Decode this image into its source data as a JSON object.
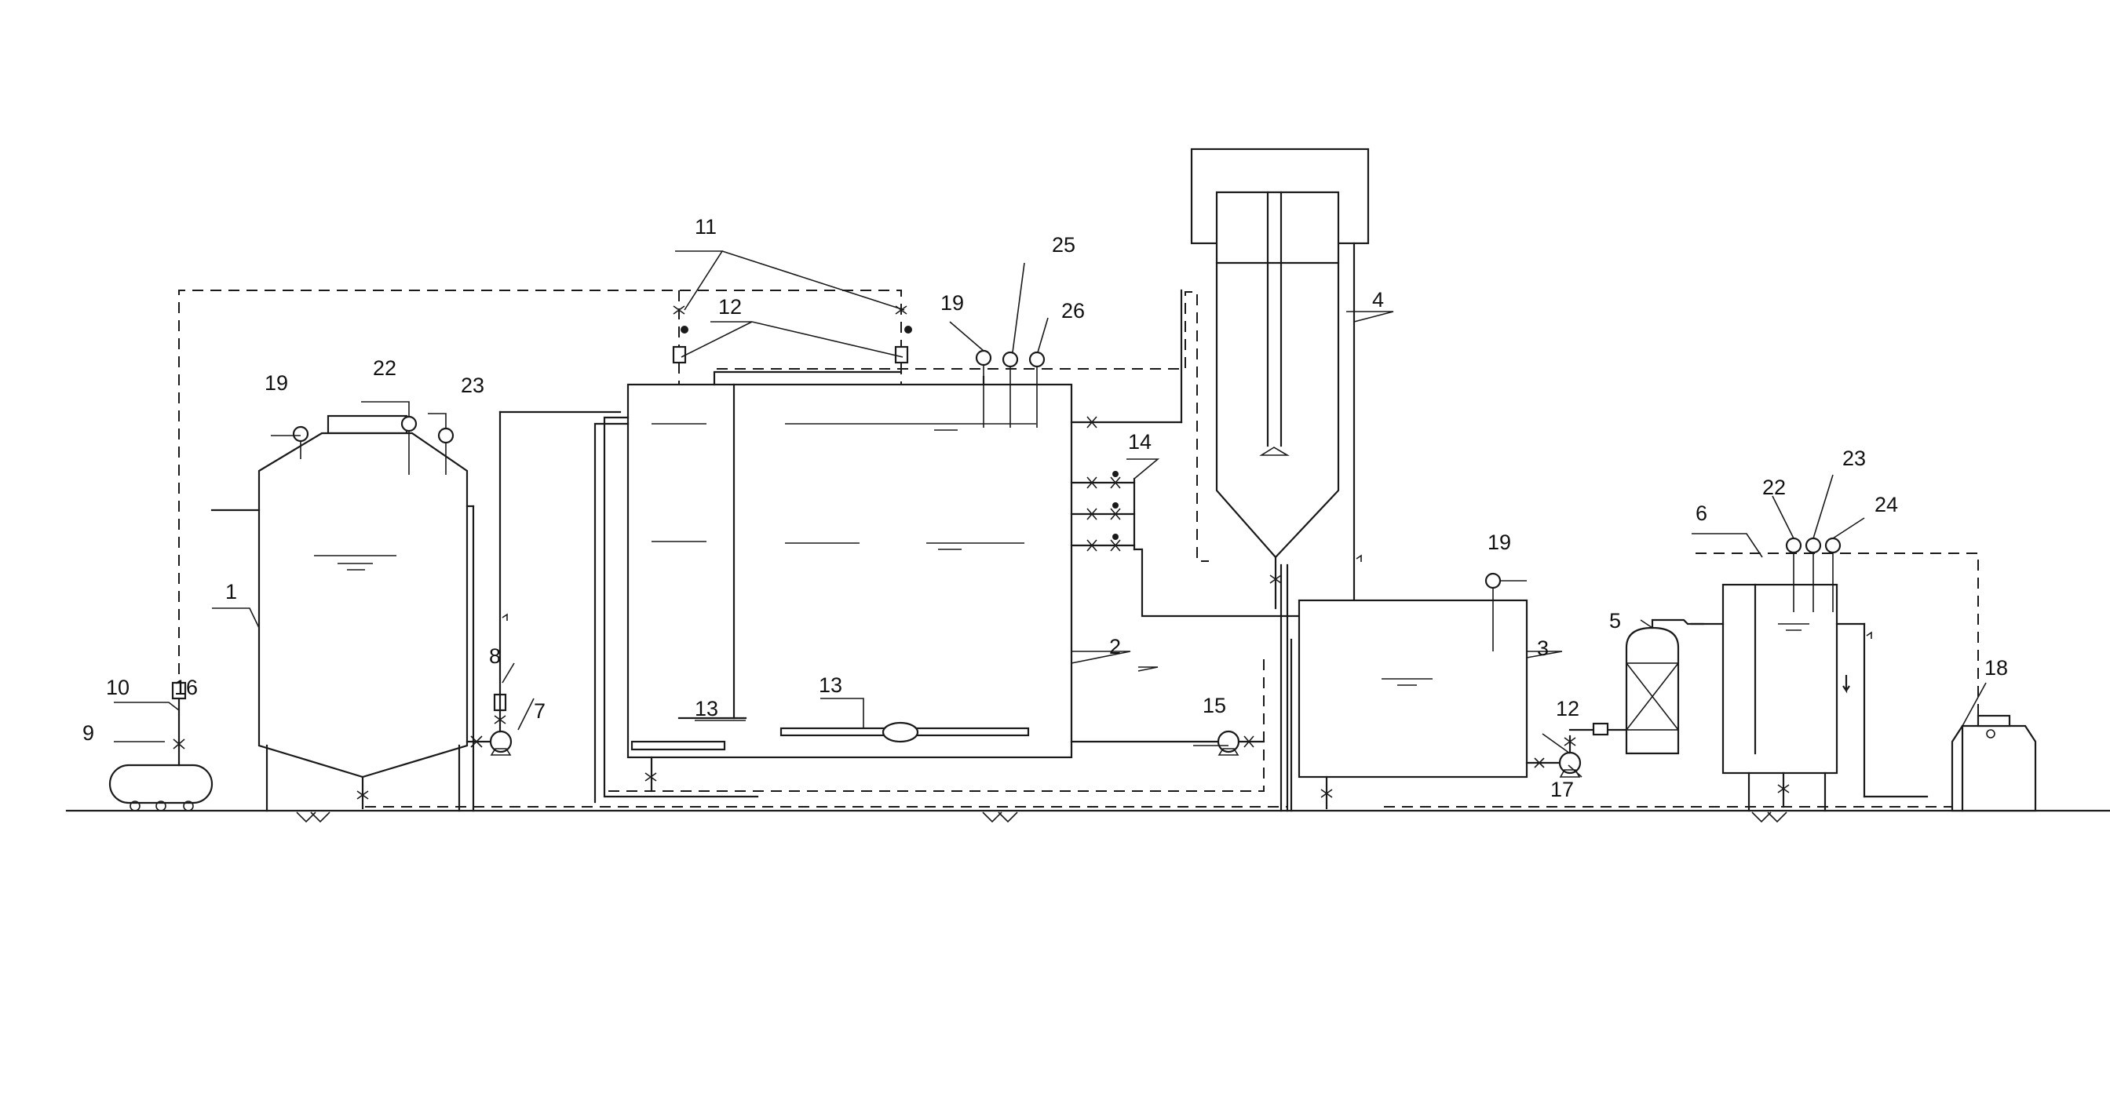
{
  "labels": {
    "n1": "1",
    "n2": "2",
    "n3": "3",
    "n4": "4",
    "n5": "5",
    "n6": "6",
    "n7": "7",
    "n8": "8",
    "n9": "9",
    "n10": "10",
    "n11": "11",
    "n12a": "12",
    "n12b": "12",
    "n13a": "13",
    "n13b": "13",
    "n14": "14",
    "n15": "15",
    "n16": "16",
    "n17": "17",
    "n18": "18",
    "n19a": "19",
    "n19b": "19",
    "n19c": "19",
    "n22a": "22",
    "n22b": "22",
    "n23a": "23",
    "n23b": "23",
    "n24": "24",
    "n25": "25",
    "n26": "26"
  }
}
